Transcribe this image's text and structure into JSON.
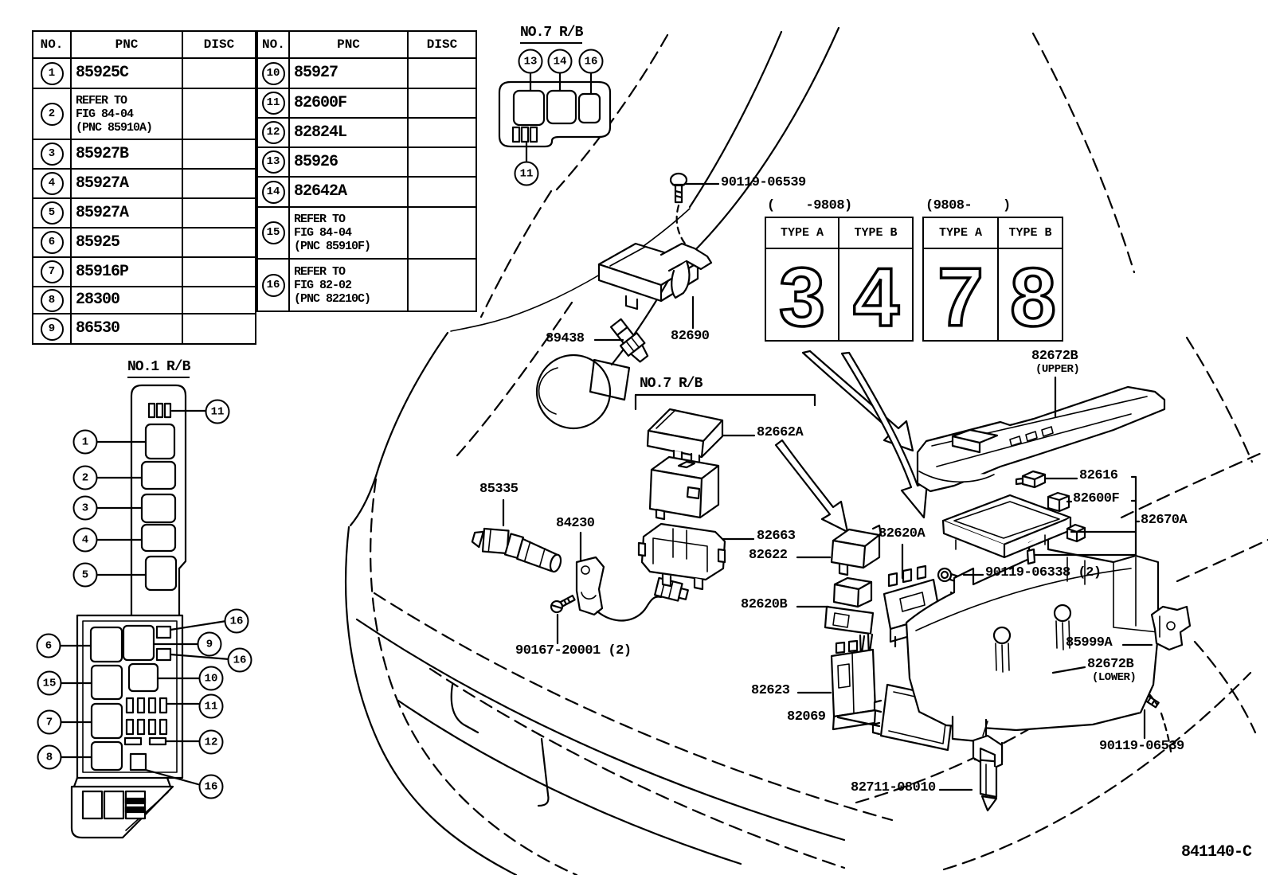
{
  "doc": {
    "drawing_code": "841140-C"
  },
  "parts_tables": [
    {
      "headers": [
        "NO.",
        "PNC",
        "DISC"
      ],
      "rows": [
        {
          "no": "1",
          "pnc": "85925C",
          "disc": ""
        },
        {
          "no": "2",
          "pnc": "REFER TO\nFIG 84-04\n (PNC 85910A)",
          "disc": ""
        },
        {
          "no": "3",
          "pnc": "85927B",
          "disc": ""
        },
        {
          "no": "4",
          "pnc": "85927A",
          "disc": ""
        },
        {
          "no": "5",
          "pnc": "85927A",
          "disc": ""
        },
        {
          "no": "6",
          "pnc": "85925",
          "disc": ""
        },
        {
          "no": "7",
          "pnc": "85916P",
          "disc": ""
        },
        {
          "no": "8",
          "pnc": "28300",
          "disc": ""
        },
        {
          "no": "9",
          "pnc": "86530",
          "disc": ""
        }
      ]
    },
    {
      "headers": [
        "NO.",
        "PNC",
        "DISC"
      ],
      "rows": [
        {
          "no": "10",
          "pnc": "85927",
          "disc": ""
        },
        {
          "no": "11",
          "pnc": "82600F",
          "disc": ""
        },
        {
          "no": "12",
          "pnc": "82824L",
          "disc": ""
        },
        {
          "no": "13",
          "pnc": "85926",
          "disc": ""
        },
        {
          "no": "14",
          "pnc": "82642A",
          "disc": ""
        },
        {
          "no": "15",
          "pnc": "REFER TO\nFIG 84-04\n (PNC 85910F)",
          "disc": ""
        },
        {
          "no": "16",
          "pnc": "REFER TO\nFIG 82-02\n (PNC 82210C)",
          "disc": ""
        }
      ]
    }
  ],
  "type_tables": [
    {
      "caption": "(    -9808)",
      "cols": [
        "TYPE A",
        "TYPE B"
      ],
      "values": [
        "3",
        "4"
      ]
    },
    {
      "caption": "(9808-    )",
      "cols": [
        "TYPE A",
        "TYPE B"
      ],
      "values": [
        "7",
        "8"
      ]
    }
  ],
  "rb_labels": {
    "no7_top": "NO.7 R/B",
    "no1": "NO.1 R/B",
    "no7_center": "NO.7 R/B"
  },
  "part_labels": {
    "bolt_top": "90119-06539",
    "sensor": "89438",
    "relay_bracket": "82690",
    "cover_no7": "82662A",
    "case_no7": "82663",
    "relay": "82622",
    "block_a": "82620A",
    "holder_b": "82620B",
    "clearance_lamp": "85335",
    "hood_switch": "84230",
    "screw_switch": "90167-20001 (2)",
    "bolt_block": "90119-06338 (2)",
    "holder_lower": "82623",
    "cover_plate": "82069",
    "clip": "82711-08010",
    "bolt_lower": "90119-06539",
    "cover_upper": "82672B",
    "cover_upper_sub": "(UPPER)",
    "box_lower": "82672B",
    "box_lower_sub": "(LOWER)",
    "bracket": "85999A",
    "fuse_82616": "82616",
    "relay_82600f": "82600F",
    "block_82670a": "82670A"
  },
  "callouts": {
    "no7_top": [
      "13",
      "14",
      "16",
      "11"
    ],
    "no1": [
      "1",
      "2",
      "3",
      "4",
      "5",
      "11"
    ],
    "block_left": [
      "6",
      "15",
      "7",
      "8"
    ],
    "block_right": [
      "16",
      "9",
      "16",
      "10",
      "11",
      "12",
      "16"
    ]
  }
}
